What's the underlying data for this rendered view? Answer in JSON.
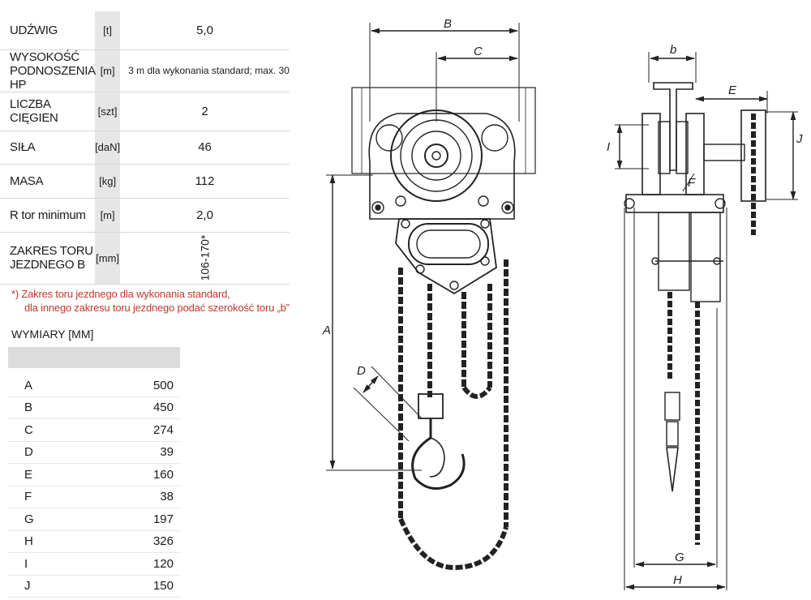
{
  "specs": [
    {
      "name": "UDŹWIG",
      "unit": "[t]",
      "value": "5,0"
    },
    {
      "name": "WYSOKOŚĆ PODNOSZENIA Hp",
      "unit": "[m]",
      "value": "3 m dla wykonania standard; max. 30"
    },
    {
      "name": "LICZBA CIĘGIEN",
      "unit": "[szt]",
      "value": "2"
    },
    {
      "name": "SIŁA",
      "unit": "[daN]",
      "value": "46"
    },
    {
      "name": "MASA",
      "unit": "[kg]",
      "value": "112"
    },
    {
      "name": "R tor minimum",
      "unit": "[m]",
      "value": "2,0"
    },
    {
      "name": "ZAKRES TORU JEZDNEGO b",
      "unit": "[mm]",
      "value": "106-170*"
    }
  ],
  "footnote": {
    "line1": "*) Zakres toru jezdnego dla wykonania standard,",
    "line2": "dla innego zakresu toru jezdnego podać szerokość toru „b”"
  },
  "dimensions_title": "WYMIARY [mm]",
  "dimensions": [
    {
      "label": "A",
      "value": "500"
    },
    {
      "label": "B",
      "value": "450"
    },
    {
      "label": "C",
      "value": "274"
    },
    {
      "label": "D",
      "value": "39"
    },
    {
      "label": "E",
      "value": "160"
    },
    {
      "label": "F",
      "value": "38"
    },
    {
      "label": "G",
      "value": "197"
    },
    {
      "label": "H",
      "value": "326"
    },
    {
      "label": "I",
      "value": "120"
    },
    {
      "label": "J",
      "value": "150"
    }
  ],
  "drawing_labels": {
    "A": "A",
    "B": "B",
    "C": "C",
    "D": "D",
    "b": "b",
    "E": "E",
    "F": "F",
    "G": "G",
    "H": "H",
    "I": "I",
    "J": "J"
  }
}
